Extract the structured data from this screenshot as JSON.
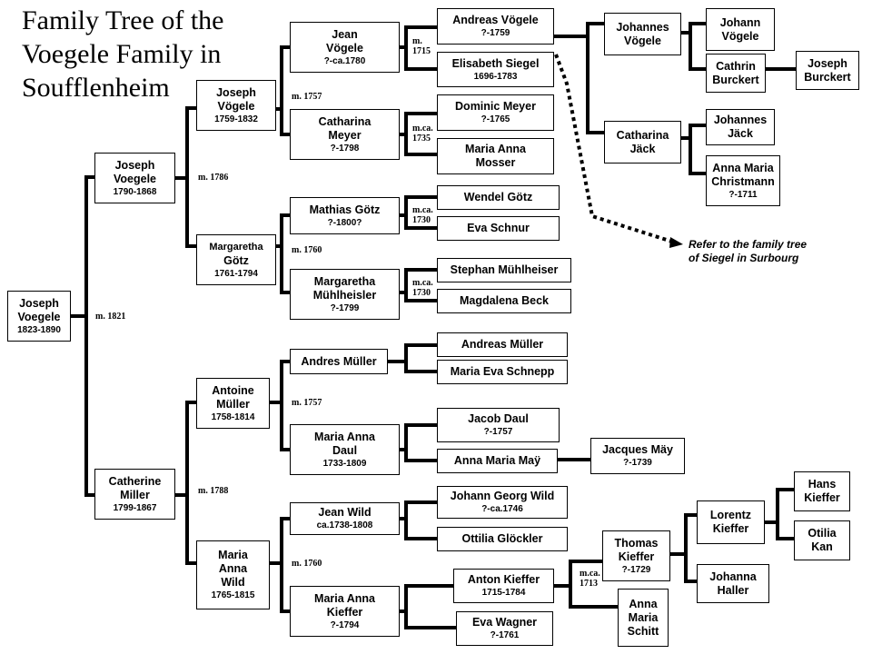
{
  "title": {
    "line1": "Family Tree of the",
    "line2": "Voegele Family in",
    "line3": "Soufflenheim"
  },
  "people": {
    "joseph_voegele_1823": {
      "name": [
        "Joseph",
        "Voegele"
      ],
      "dates": "1823-1890"
    },
    "joseph_voegele_1790": {
      "name": [
        "Joseph",
        "Voegele"
      ],
      "dates": "1790-1868"
    },
    "catherine_miller": {
      "name": [
        "Catherine",
        "Miller"
      ],
      "dates": "1799-1867"
    },
    "joseph_voegele_1759": {
      "name": [
        "Joseph",
        "Vögele"
      ],
      "dates": "1759-1832"
    },
    "margaretha_gotz": {
      "name": [
        "Margaretha",
        "Götz"
      ],
      "dates": "1761-1794"
    },
    "antoine_muller": {
      "name": [
        "Antoine",
        "Müller"
      ],
      "dates": "1758-1814"
    },
    "maria_anna_wild": {
      "name": [
        "Maria",
        "Anna",
        "Wild"
      ],
      "dates": "1765-1815"
    },
    "jean_vogele": {
      "name": [
        "Jean",
        "Vögele"
      ],
      "dates": "?-ca.1780"
    },
    "catharina_meyer": {
      "name": [
        "Catharina",
        "Meyer"
      ],
      "dates": "?-1798"
    },
    "mathias_gotz": {
      "name": [
        "Mathias Götz"
      ],
      "dates": "?-1800?"
    },
    "margaretha_muhlheisler": {
      "name": [
        "Margaretha",
        "Mühlheisler"
      ],
      "dates": "?-1799"
    },
    "andres_muller": {
      "name": [
        "Andres Müller"
      ],
      "dates": ""
    },
    "maria_anna_daul": {
      "name": [
        "Maria Anna",
        "Daul"
      ],
      "dates": "1733-1809"
    },
    "jean_wild": {
      "name": [
        "Jean Wild"
      ],
      "dates": "ca.1738-1808"
    },
    "maria_anna_kieffer": {
      "name": [
        "Maria Anna",
        "Kieffer"
      ],
      "dates": "?-1794"
    },
    "andreas_vogele": {
      "name": [
        "Andreas Vögele"
      ],
      "dates": "?-1759"
    },
    "elisabeth_siegel": {
      "name": [
        "Elisabeth Siegel"
      ],
      "dates": "1696-1783"
    },
    "dominic_meyer": {
      "name": [
        "Dominic Meyer"
      ],
      "dates": "?-1765"
    },
    "maria_anna_mosser": {
      "name": [
        "Maria Anna",
        "Mosser"
      ],
      "dates": ""
    },
    "wendel_gotz": {
      "name": [
        "Wendel Götz"
      ],
      "dates": ""
    },
    "eva_schnur": {
      "name": [
        "Eva Schnur"
      ],
      "dates": ""
    },
    "stephan_muhlheiser": {
      "name": [
        "Stephan Mühlheiser"
      ],
      "dates": ""
    },
    "magdalena_beck": {
      "name": [
        "Magdalena Beck"
      ],
      "dates": ""
    },
    "andreas_muller": {
      "name": [
        "Andreas Müller"
      ],
      "dates": ""
    },
    "maria_eva_schnepp": {
      "name": [
        "Maria Eva Schnepp"
      ],
      "dates": ""
    },
    "jacob_daul": {
      "name": [
        "Jacob Daul"
      ],
      "dates": "?-1757"
    },
    "anna_maria_may": {
      "name": [
        "Anna Maria Maÿ"
      ],
      "dates": ""
    },
    "johann_georg_wild": {
      "name": [
        "Johann Georg Wild"
      ],
      "dates": "?-ca.1746"
    },
    "ottilia_glockler": {
      "name": [
        "Ottilia Glöckler"
      ],
      "dates": ""
    },
    "anton_kieffer": {
      "name": [
        "Anton Kieffer"
      ],
      "dates": "1715-1784"
    },
    "eva_wagner": {
      "name": [
        "Eva Wagner"
      ],
      "dates": "?-1761"
    },
    "johannes_vogele": {
      "name": [
        "Johannes",
        "Vögele"
      ],
      "dates": ""
    },
    "catharina_jack": {
      "name": [
        "Catharina",
        "Jäck"
      ],
      "dates": ""
    },
    "jacques_may": {
      "name": [
        "Jacques Mäy"
      ],
      "dates": "?-1739"
    },
    "thomas_kieffer": {
      "name": [
        "Thomas",
        "Kieffer"
      ],
      "dates": "?-1729"
    },
    "anna_maria_schitt": {
      "name": [
        "Anna",
        "Maria",
        "Schitt"
      ],
      "dates": ""
    },
    "johann_vogele": {
      "name": [
        "Johann",
        "Vögele"
      ],
      "dates": ""
    },
    "cathrin_burckert": {
      "name": [
        "Cathrin",
        "Burckert"
      ],
      "dates": ""
    },
    "joseph_burckert": {
      "name": [
        "Joseph",
        "Burckert"
      ],
      "dates": ""
    },
    "johannes_jack": {
      "name": [
        "Johannes",
        "Jäck"
      ],
      "dates": ""
    },
    "anna_maria_christmann": {
      "name": [
        "Anna Maria",
        "Christmann"
      ],
      "dates": "?-1711"
    },
    "lorentz_kieffer": {
      "name": [
        "Lorentz",
        "Kieffer"
      ],
      "dates": ""
    },
    "johanna_haller": {
      "name": [
        "Johanna",
        "Haller"
      ],
      "dates": ""
    },
    "hans_kieffer": {
      "name": [
        "Hans",
        "Kieffer"
      ],
      "dates": ""
    },
    "otilia_kan": {
      "name": [
        "Otilia",
        "Kan"
      ],
      "dates": ""
    }
  },
  "marriages": {
    "m_1821": [
      "m. 1821"
    ],
    "m_1786": [
      "m. 1786"
    ],
    "m_1788": [
      "m. 1788"
    ],
    "m_1757_a": [
      "m. 1757"
    ],
    "m_1760_a": [
      "m. 1760"
    ],
    "m_1757_b": [
      "m. 1757"
    ],
    "m_1760_b": [
      "m. 1760"
    ],
    "m_1715": [
      "m.",
      "1715"
    ],
    "m_ca1735": [
      "m.ca.",
      "1735"
    ],
    "m_ca1730_a": [
      "m.ca.",
      "1730"
    ],
    "m_ca1730_b": [
      "m.ca.",
      "1730"
    ],
    "m_ca1713": [
      "m.ca.",
      "1713"
    ]
  },
  "note": {
    "line1": "Refer to the family tree",
    "line2": "of Siegel in Surbourg"
  }
}
